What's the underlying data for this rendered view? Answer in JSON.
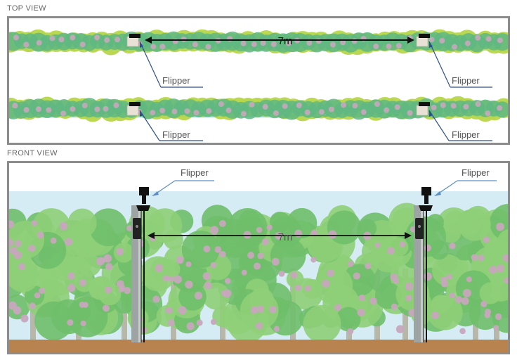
{
  "top_view": {
    "title": "TOP VIEW",
    "distance_label": "7m",
    "flipper_labels": [
      "Flipper",
      "Flipper",
      "Flipper",
      "Flipper"
    ]
  },
  "front_view": {
    "title": "FRONT VIEW",
    "distance_label": "7m",
    "flipper_labels": [
      "Flipper",
      "Flipper"
    ]
  },
  "colors": {
    "panel_border": "#8c8c8c",
    "sky": "#d6ecf4",
    "row_water": "#a6dce8",
    "foliage_light": "#8ecf78",
    "foliage_mid": "#6fbf6a",
    "foliage_yellow": "#b7d64a",
    "blossom": "#c7a8bd",
    "soil": "#b8834f",
    "post": "#9ea3a3",
    "flipper_line": "#2f4f8f"
  }
}
